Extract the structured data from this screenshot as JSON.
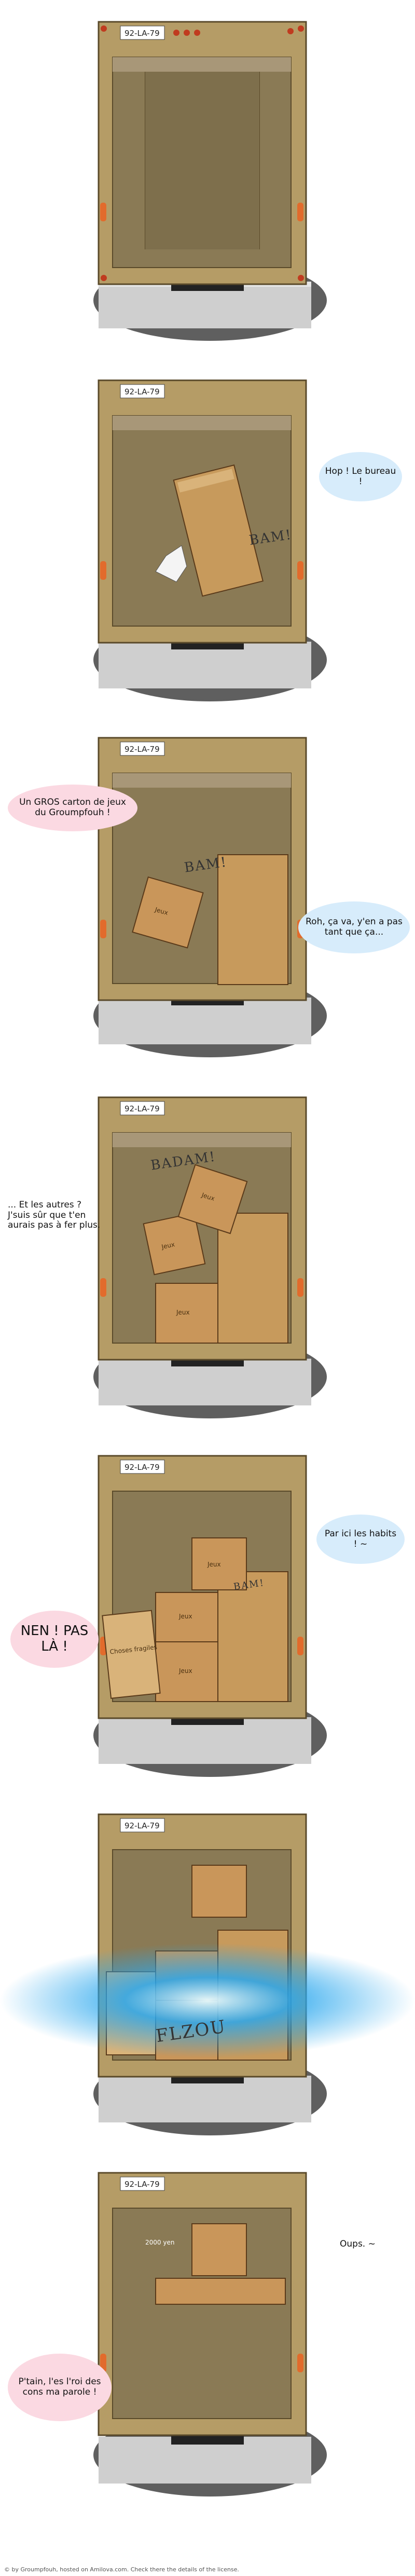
{
  "license_plate": "92-LA-79",
  "panels": [
    {
      "sfx": "",
      "speech": []
    },
    {
      "sfx": "BAM!",
      "speech": [
        {
          "text": "Hop ! Le bureau !"
        }
      ]
    },
    {
      "sfx": "BAM!",
      "speech": [
        {
          "text": "Un GROS carton de jeux du Groumpfouh !"
        },
        {
          "text": "Roh, ça va, y'en a pas tant que ça..."
        }
      ]
    },
    {
      "sfx": "BADAM!",
      "speech": [
        {
          "text": "... Et les autres ? J'suis sûr que t'en aurais pas à fer plus."
        }
      ]
    },
    {
      "sfx": "BAM!",
      "speech": [
        {
          "text": "Par ici les habits ! ~"
        },
        {
          "text": "NEN ! PAS LÀ !"
        }
      ]
    },
    {
      "sfx": "FLZOU",
      "speech": []
    },
    {
      "sfx": "",
      "speech": [
        {
          "text": "Oups. ~"
        },
        {
          "text": "P'tain, l'es l'roi des cons ma parole !"
        }
      ]
    }
  ],
  "box_labels": {
    "jeux": "Jeux",
    "choses": "Choses fragiles"
  },
  "floating_price": "2000 yen",
  "footer": "© by Groumpfouh, hosted on Amilova.com. Check there the details of the license."
}
